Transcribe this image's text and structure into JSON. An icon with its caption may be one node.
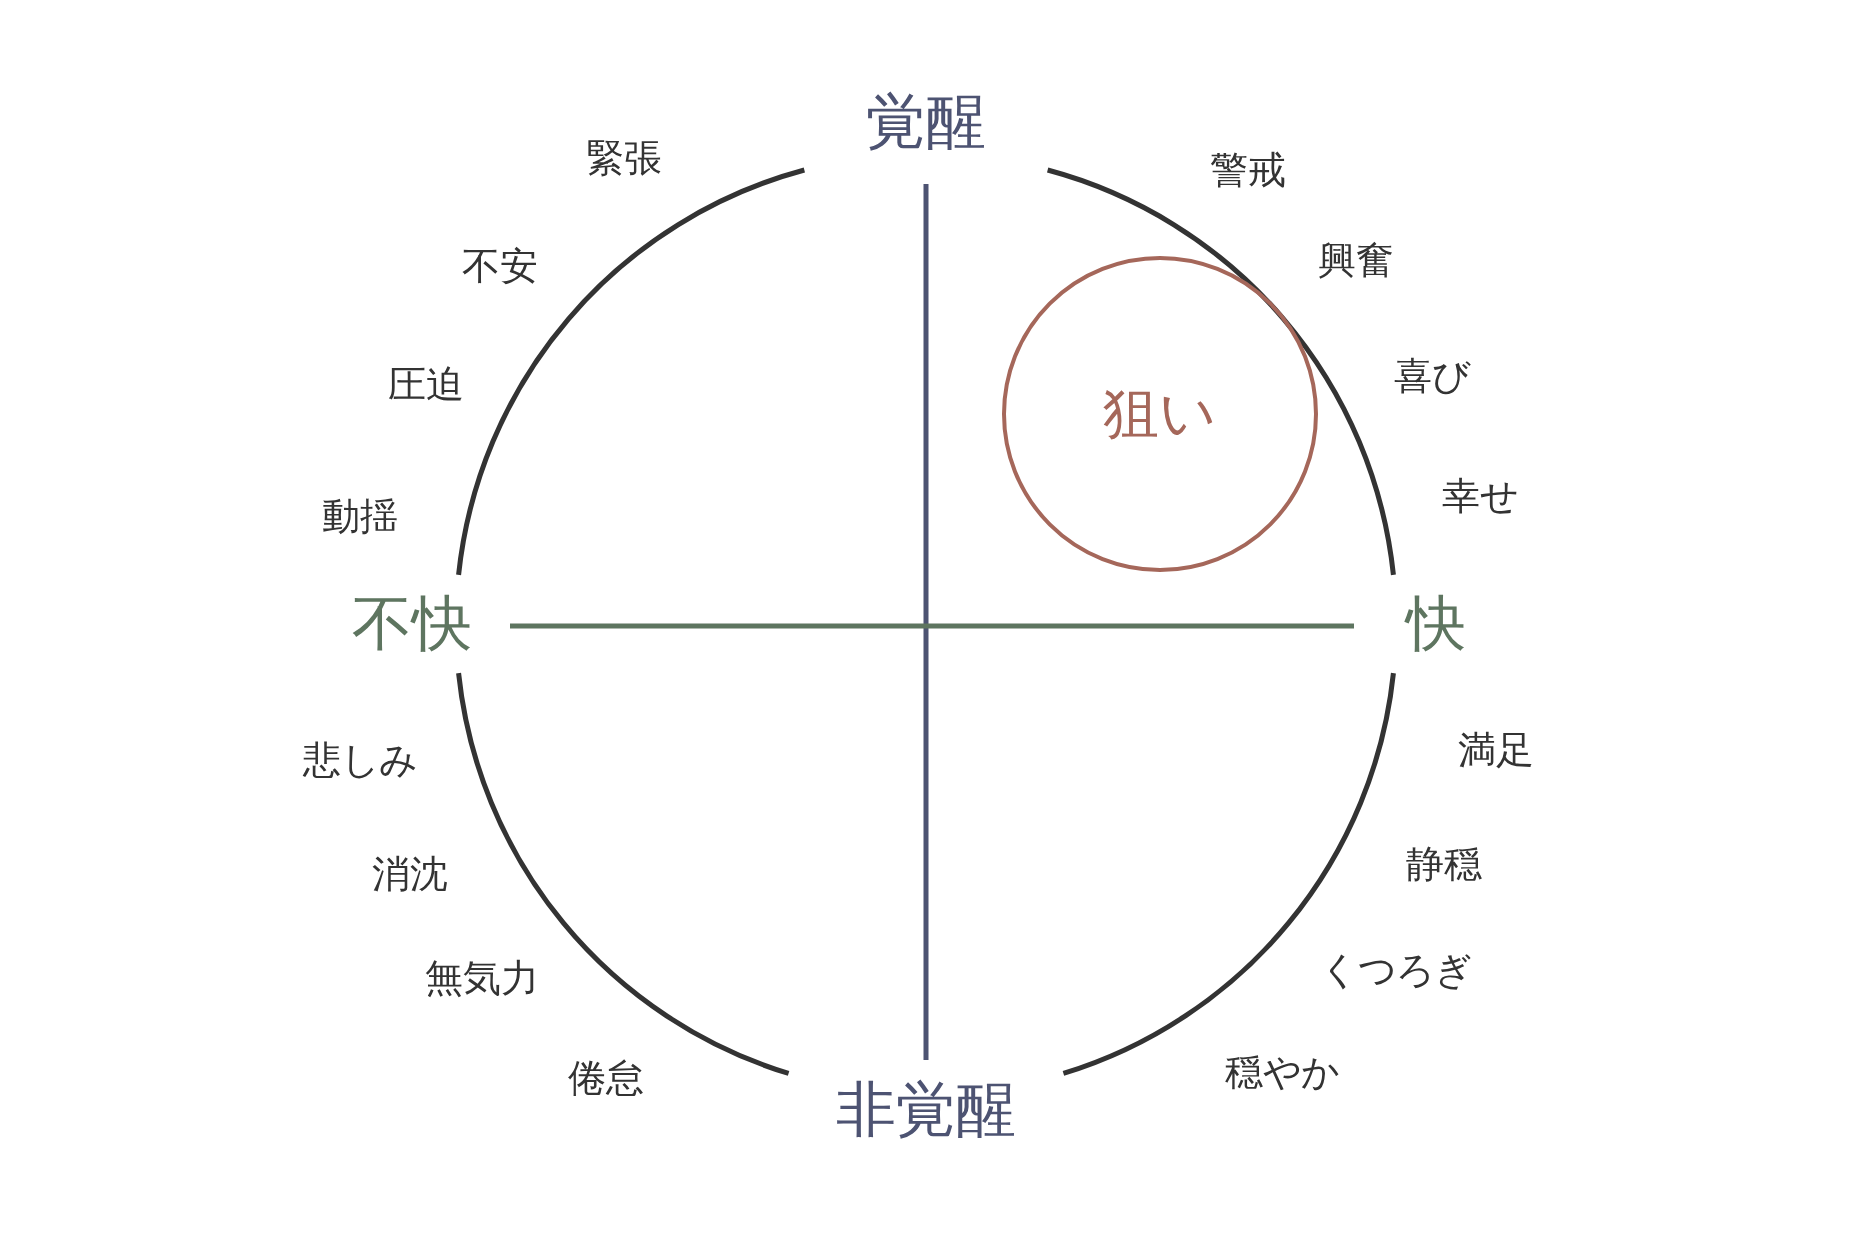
{
  "diagram": {
    "nodes": [
      {
        "text": [
          "狙い"
        ]
      }
    ],
    "labels": [
      "覚醒",
      "緊張",
      "警戒",
      "不安",
      "興奮",
      "圧迫",
      "喜び",
      "動揺",
      "幸せ",
      "不快",
      "快",
      "悲しみ",
      "満足",
      "消沈",
      "静穏",
      "無気力",
      "くつろぎ",
      "倦怠",
      "穏やか",
      "非覚醒"
    ]
  }
}
